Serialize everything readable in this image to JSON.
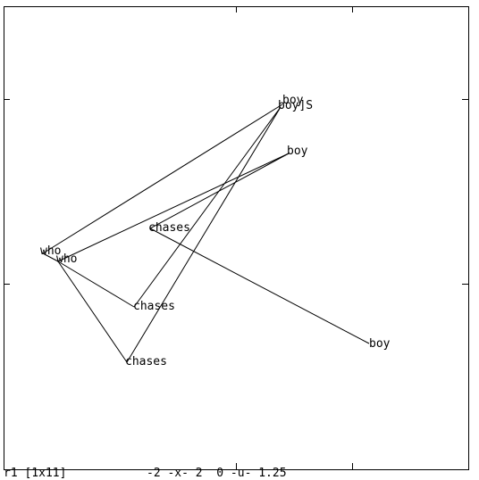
{
  "footer": {
    "run_label": "r1 [1x11]",
    "axis_info": "-2 -x- 2  0 -u- 1.25"
  },
  "diagram": {
    "nodes": [
      {
        "id": "who_a",
        "label": "who"
      },
      {
        "id": "who_b",
        "label": "who"
      },
      {
        "id": "boy_top",
        "label": "boy"
      },
      {
        "id": "boys",
        "label": "boy]S"
      },
      {
        "id": "boy_mid",
        "label": "boy"
      },
      {
        "id": "chases_a",
        "label": "chases"
      },
      {
        "id": "chases_b",
        "label": "chases"
      },
      {
        "id": "chases_c",
        "label": "chases"
      },
      {
        "id": "boy_low",
        "label": "boy"
      }
    ],
    "edges": [
      [
        "who_a",
        "boy_top"
      ],
      [
        "who_a",
        "who_b"
      ],
      [
        "who_b",
        "boy_mid"
      ],
      [
        "who_b",
        "chases_a"
      ],
      [
        "who_b",
        "chases_b"
      ],
      [
        "chases_a",
        "boys"
      ],
      [
        "chases_b",
        "boys"
      ],
      [
        "chases_c",
        "boy_mid"
      ],
      [
        "chases_c",
        "boy_low"
      ]
    ]
  }
}
